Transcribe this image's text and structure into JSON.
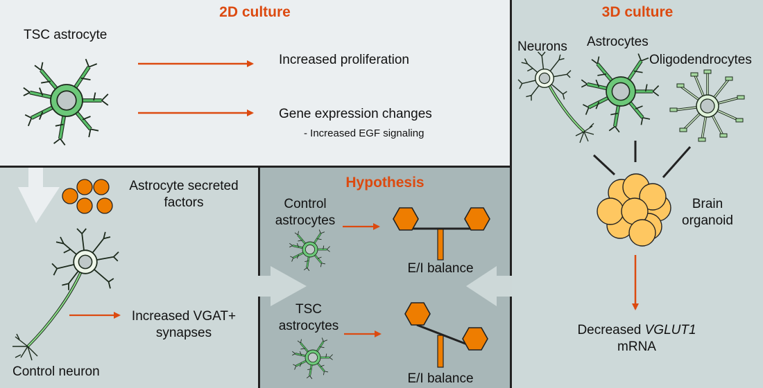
{
  "panels": {
    "culture_2d": {
      "title": "2D culture",
      "cell_label": "TSC astrocyte",
      "results": [
        "Increased proliferation",
        "Gene expression changes"
      ],
      "sub_result": "- Increased EGF signaling"
    },
    "coculture": {
      "factors_line1": "Astrocyte secreted",
      "factors_line2": "factors",
      "neuron_label": "Control neuron",
      "result_line1": "Increased VGAT+",
      "result_line2": "synapses"
    },
    "hypothesis": {
      "title": "Hypothesis",
      "control_line1": "Control",
      "control_line2": "astrocytes",
      "tsc_line1": "TSC",
      "tsc_line2": "astrocytes",
      "balance_label_top": "E/I balance",
      "balance_label_bottom": "E/I balance"
    },
    "culture_3d": {
      "title": "3D culture",
      "cell_labels": [
        "Neurons",
        "Astrocytes",
        "Oligodendrocytes"
      ],
      "organoid_line1": "Brain",
      "organoid_line2": "organoid",
      "result_prefix": "Decreased ",
      "result_gene": "VGLUT1",
      "result_line2": "mRNA"
    }
  },
  "colors": {
    "accent_orange": "#dc4a10",
    "factor_orange": "#ee7d00",
    "organoid_yellow": "#fec761",
    "cell_green": "#5bbf6a"
  }
}
